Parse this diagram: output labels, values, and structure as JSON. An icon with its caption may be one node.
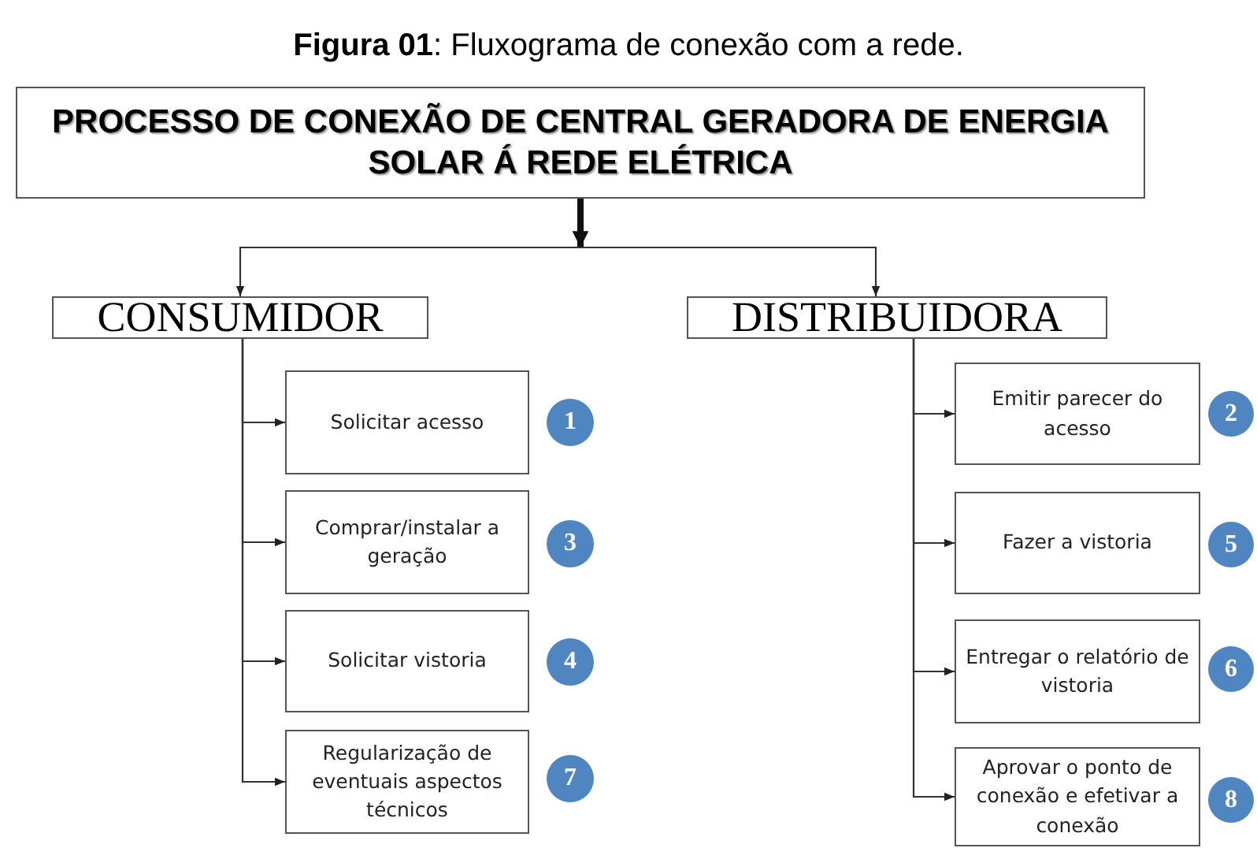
{
  "diagram": {
    "title": "**Figura 01**: Fluxograma de conexão com a rede.",
    "nodes": [
      {
        "text": [
          "PROCESSO DE CONEXÃO DE CENTRAL GERADORA DE ENERGIA SOLAR Á REDE ELÉTRICA"
        ]
      },
      {
        "text": [
          "CONSUMIDOR"
        ]
      },
      {
        "text": [
          "DISTRIBUIDORA"
        ]
      },
      {
        "text": [
          "Solicitar acesso"
        ]
      },
      {
        "text": [
          "1"
        ]
      },
      {
        "text": [
          "Comprar/instalar a geração"
        ]
      },
      {
        "text": [
          "3"
        ]
      },
      {
        "text": [
          "Solicitar vistoria"
        ]
      },
      {
        "text": [
          "4"
        ]
      },
      {
        "text": [
          "Regularização de eventuais aspectos técnicos"
        ]
      },
      {
        "text": [
          "7"
        ]
      },
      {
        "text": [
          "Emitir parecer do acesso"
        ]
      },
      {
        "text": [
          "2"
        ]
      },
      {
        "text": [
          "Fazer a vistoria"
        ]
      },
      {
        "text": [
          "5"
        ]
      },
      {
        "text": [
          "Entregar o relatório de vistoria"
        ]
      },
      {
        "text": [
          "6"
        ]
      },
      {
        "text": [
          "Aprovar o ponto de conexão e efetivar a conexão"
        ]
      },
      {
        "text": [
          "8"
        ]
      }
    ],
    "edges": [
      {
        "from": 0,
        "to": 1,
        "arrow": "to"
      },
      {
        "from": 0,
        "to": 2,
        "arrow": "to"
      },
      {
        "from": 1,
        "to": 3,
        "arrow": "to"
      },
      {
        "from": 1,
        "to": 5,
        "arrow": "to"
      },
      {
        "from": 1,
        "to": 7,
        "arrow": "to"
      },
      {
        "from": 1,
        "to": 9,
        "arrow": "to"
      },
      {
        "from": 2,
        "to": 11,
        "arrow": "to"
      },
      {
        "from": 2,
        "to": 13,
        "arrow": "to"
      },
      {
        "from": 2,
        "to": 15,
        "arrow": "to"
      },
      {
        "from": 2,
        "to": 17,
        "arrow": "to"
      }
    ]
  }
}
